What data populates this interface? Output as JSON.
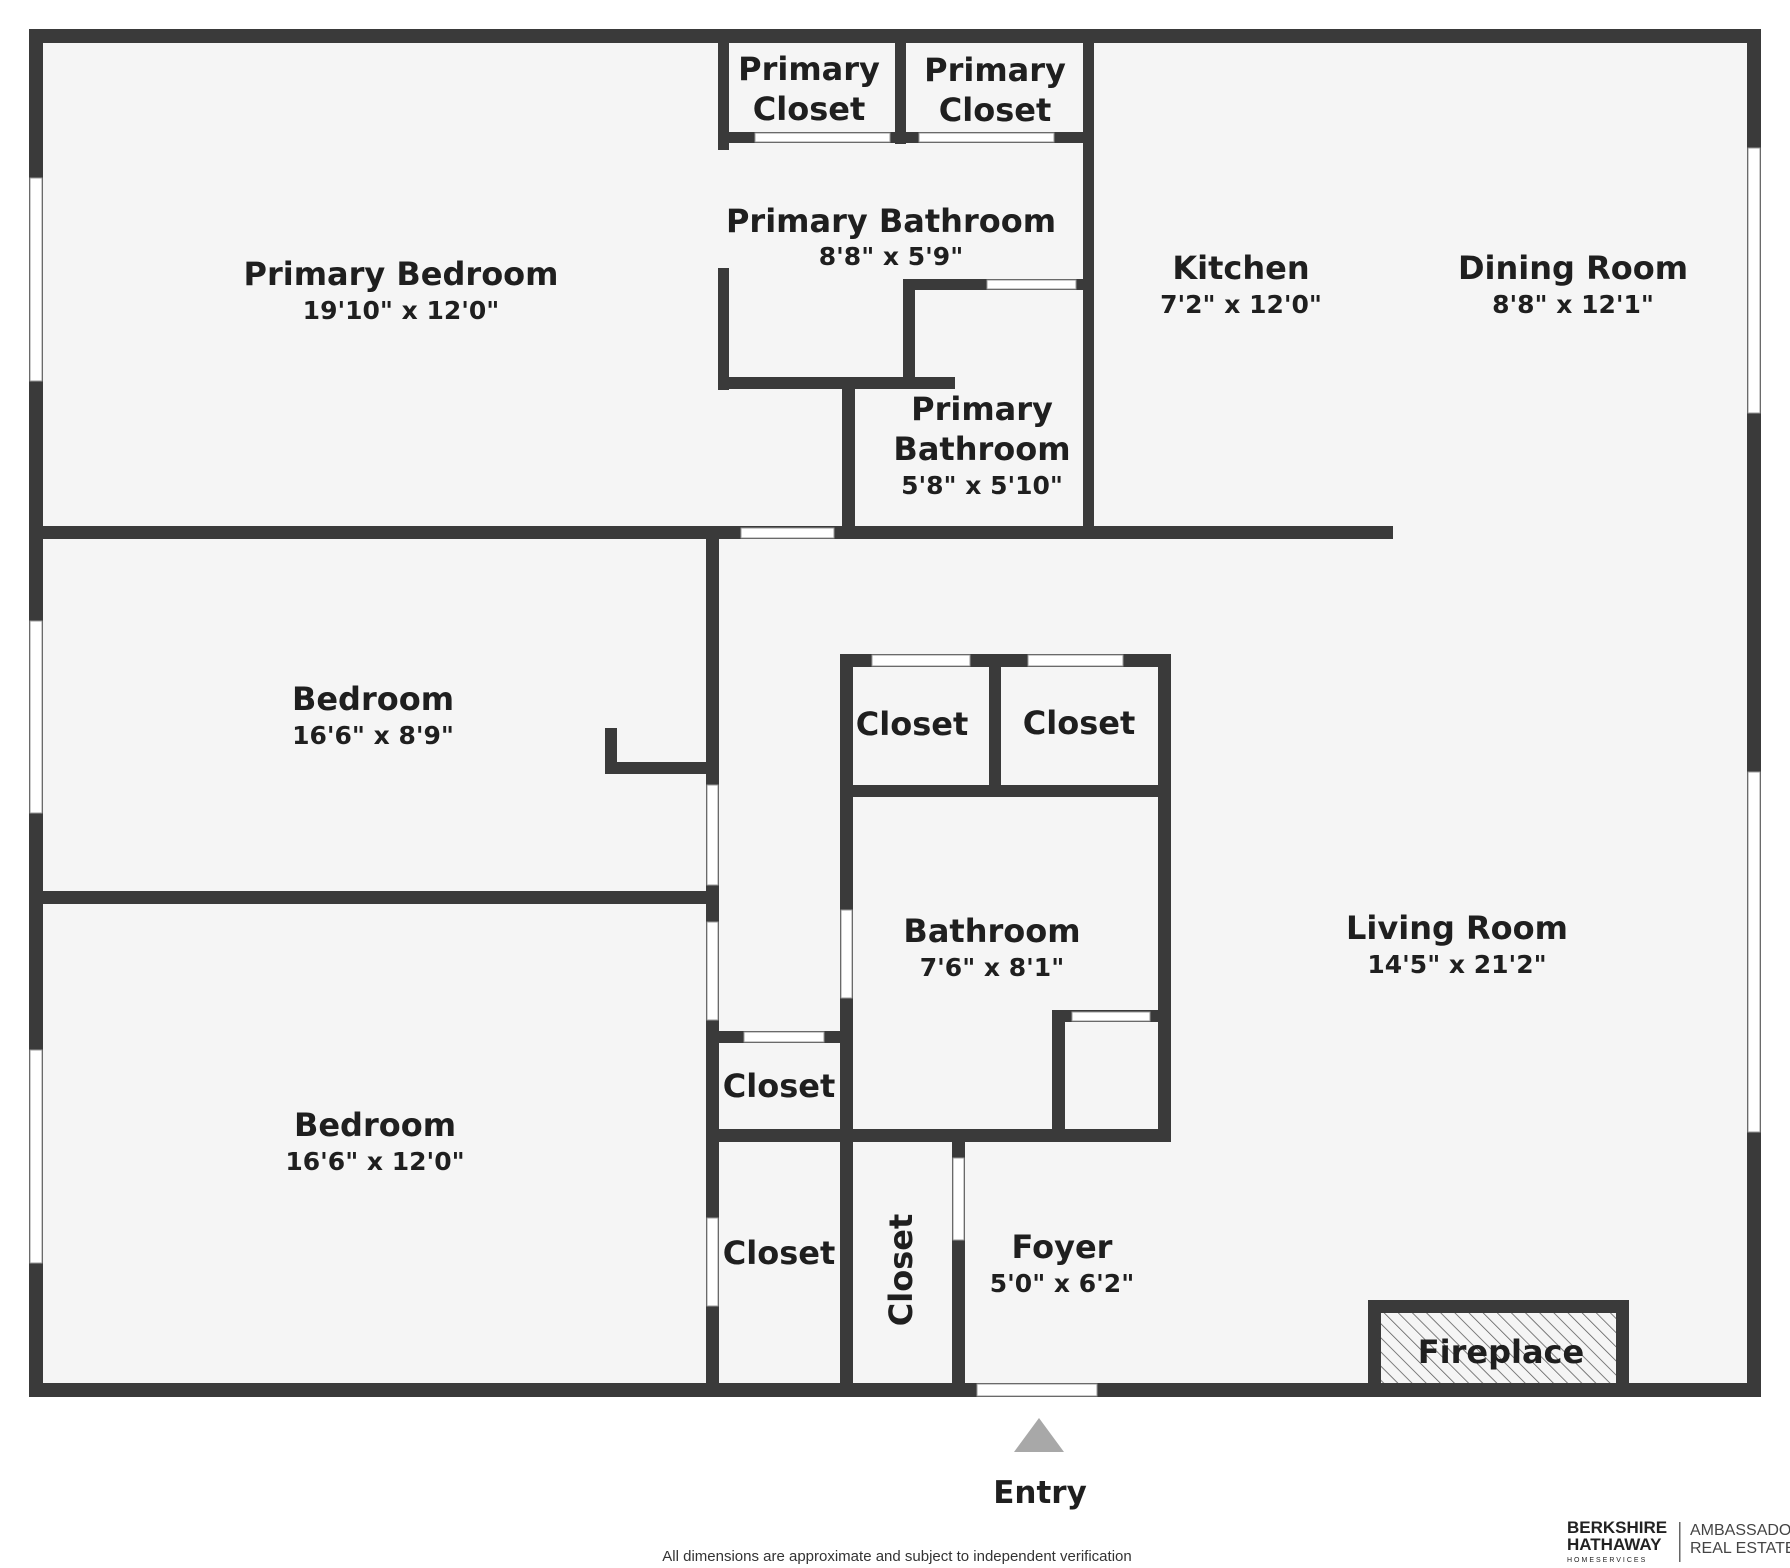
{
  "rooms": {
    "primary_closet_1": {
      "name_l1": "Primary",
      "name_l2": "Closet"
    },
    "primary_closet_2": {
      "name_l1": "Primary",
      "name_l2": "Closet"
    },
    "primary_bedroom": {
      "name": "Primary Bedroom",
      "dims": "19'10\" x 12'0\""
    },
    "primary_bathroom_1": {
      "name": "Primary Bathroom",
      "dims": "8'8\" x 5'9\""
    },
    "primary_bathroom_2": {
      "name_l1": "Primary",
      "name_l2": "Bathroom",
      "dims": "5'8\" x 5'10\""
    },
    "kitchen": {
      "name": "Kitchen",
      "dims": "7'2\" x 12'0\""
    },
    "dining_room": {
      "name": "Dining Room",
      "dims": "8'8\" x 12'1\""
    },
    "bedroom_1": {
      "name": "Bedroom",
      "dims": "16'6\" x 8'9\""
    },
    "closet_a": {
      "name": "Closet"
    },
    "closet_b": {
      "name": "Closet"
    },
    "bathroom": {
      "name": "Bathroom",
      "dims": "7'6\" x 8'1\""
    },
    "living_room": {
      "name": "Living Room",
      "dims": "14'5\" x 21'2\""
    },
    "closet_c": {
      "name": "Closet"
    },
    "bedroom_2": {
      "name": "Bedroom",
      "dims": "16'6\" x 12'0\""
    },
    "closet_d": {
      "name": "Closet"
    },
    "closet_e": {
      "name": "Closet"
    },
    "foyer": {
      "name": "Foyer",
      "dims": "5'0\" x 6'2\""
    },
    "fireplace": {
      "name": "Fireplace"
    }
  },
  "entry_label": "Entry",
  "disclaimer": "All dimensions are approximate and subject to independent verification",
  "logo": {
    "line1": "BERKSHIRE",
    "line2": "HATHAWAY",
    "line3": "HOMESERVICES",
    "line4": "AMBASSADOR",
    "line5": "REAL ESTATE"
  },
  "colors": {
    "wall": "#3a3a3a",
    "floor": "#f5f5f5",
    "window": "#ffffff",
    "entry_arrow": "#a8a8a8"
  }
}
